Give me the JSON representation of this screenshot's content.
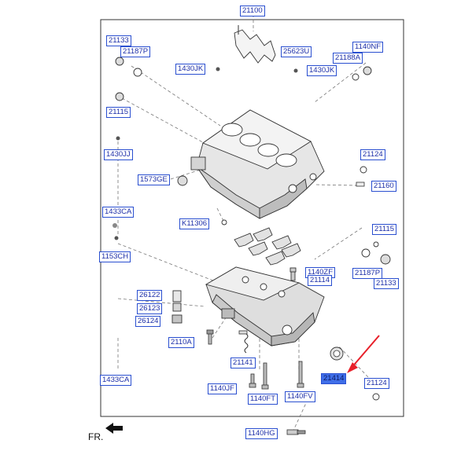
{
  "diagram": {
    "labels": {
      "l21100": "21100",
      "l21133a": "21133",
      "l21187pa": "21187P",
      "l25623u": "25623U",
      "l1140nf": "1140NF",
      "l21188a": "21188A",
      "l1430jka": "1430JK",
      "l1430jkb": "1430JK",
      "l21115a": "21115",
      "l1430jj": "1430JJ",
      "l21124a": "21124",
      "l1573ge": "1573GE",
      "l21160": "21160",
      "l1433caa": "1433CA",
      "l21115b": "21115",
      "l11306": "K11306",
      "l1153ch": "1153CH",
      "l1140zf": "1140ZF",
      "l21114": "21114",
      "l21187pb": "21187P",
      "l21133b": "21133",
      "l26122": "26122",
      "l26123": "26123",
      "l26124": "26124",
      "l2110a": "2110A",
      "l21141": "21141",
      "l21414": "21414",
      "l1433cab": "1433CA",
      "l1140jf": "1140JF",
      "l21124b": "21124",
      "l1140ft": "1140FT",
      "l1140fv": "1140FV",
      "l1140hg": "1140HG"
    },
    "front_marker": "FR.",
    "highlighted_part": "21414",
    "highlight_color": "#3f6ee8",
    "arrow_color": "#e8202a",
    "label_border_color": "#2a4fd0"
  }
}
